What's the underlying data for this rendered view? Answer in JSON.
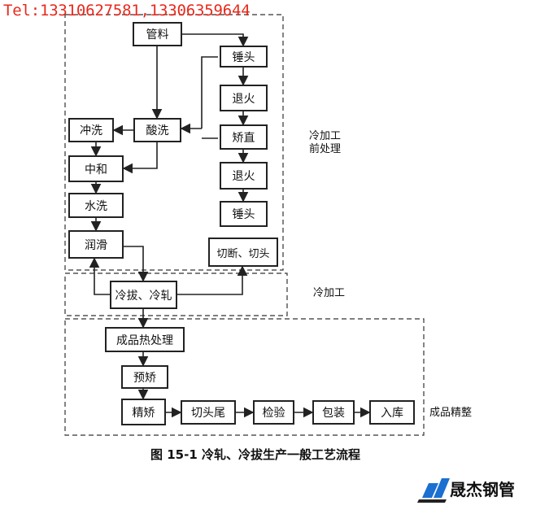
{
  "watermark_phone": "Tel:13310627581,13306359644",
  "nodes": {
    "guanliao": "管料",
    "suanxi": "酸洗",
    "chongxi": "冲洗",
    "zhonghe": "中和",
    "shuixi": "水洗",
    "runhua": "润滑",
    "chuitou1": "锤头",
    "tuihuo1": "退火",
    "jiaozhi": "矫直",
    "tuihuo2": "退火",
    "chuitou2": "锤头",
    "qieduan": "切断、切头",
    "lengba": "冷拔、冷轧",
    "rechuli": "成品热处理",
    "yujiao": "预矫",
    "jingjiao": "精矫",
    "qietouwei": "切头尾",
    "jianyan": "检验",
    "baozhuang": "包装",
    "ruku": "入库"
  },
  "regions": {
    "pretreatment": "冷加工\n前处理",
    "cold_working": "冷加工",
    "finishing": "成品精整"
  },
  "caption": "图 15-1   冷轧、冷拔生产一般工艺流程",
  "logo": {
    "text": "晟杰钢管",
    "color": "#1a6fd1"
  }
}
